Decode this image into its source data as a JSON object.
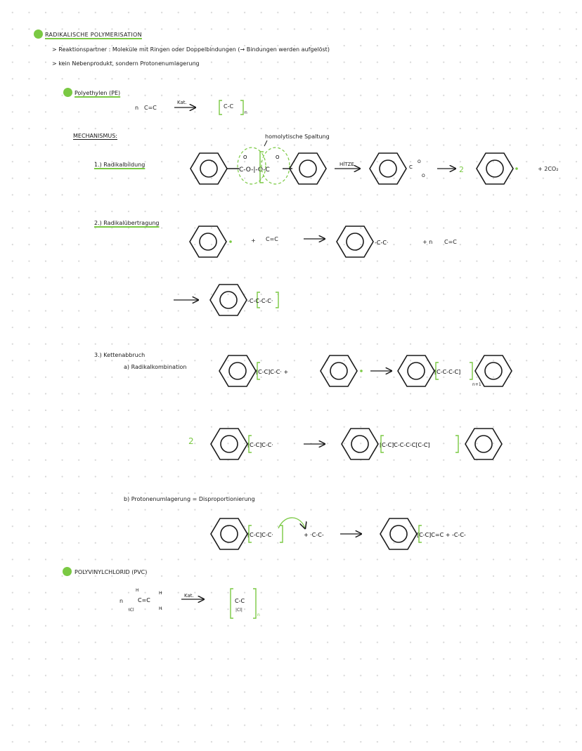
{
  "accent_color": "#7ac943",
  "title": "RADIKALISCHE POLYMERISATION",
  "bullets": [
    "> Reaktionspartner : Moleküle mit Ringen oder Doppelbindungen (→ Bindungen werden aufgelöst)",
    "> kein Nebenprodukt, sondern Protonenumlagerung"
  ],
  "pe": {
    "heading": "Polyethylen (PE)",
    "n": "n",
    "monomer": "C=C",
    "catalyst": "Kat.",
    "polymer": "C-C",
    "subscript": "n"
  },
  "mechanism": {
    "heading": "MECHANISMUS:",
    "step1": {
      "label": "1.) Radikalbildung",
      "annotation": "homolytische Spaltung",
      "heat": "HITZE",
      "coef": "2",
      "product": "+ 2CO₂"
    },
    "step2": {
      "label": "2.) Radikalübertragung",
      "plus": "+",
      "monomer": "C=C",
      "plus_n": "+ n",
      "monomer2": "C=C"
    },
    "step3": {
      "label": "3.) Kettenabbruch",
      "a_label": "a) Radikalkombination",
      "n1": "n+1",
      "coef2": "2",
      "b_label": "b) Protonenumlagerung = Disproportionierung"
    }
  },
  "pvc": {
    "heading": "POLYVINYLCHLORID (PVC)",
    "n": "n",
    "h": "H",
    "cl": "ICl",
    "cl2": "|Cl|",
    "catalyst": "Kat.",
    "subscript": "n"
  }
}
